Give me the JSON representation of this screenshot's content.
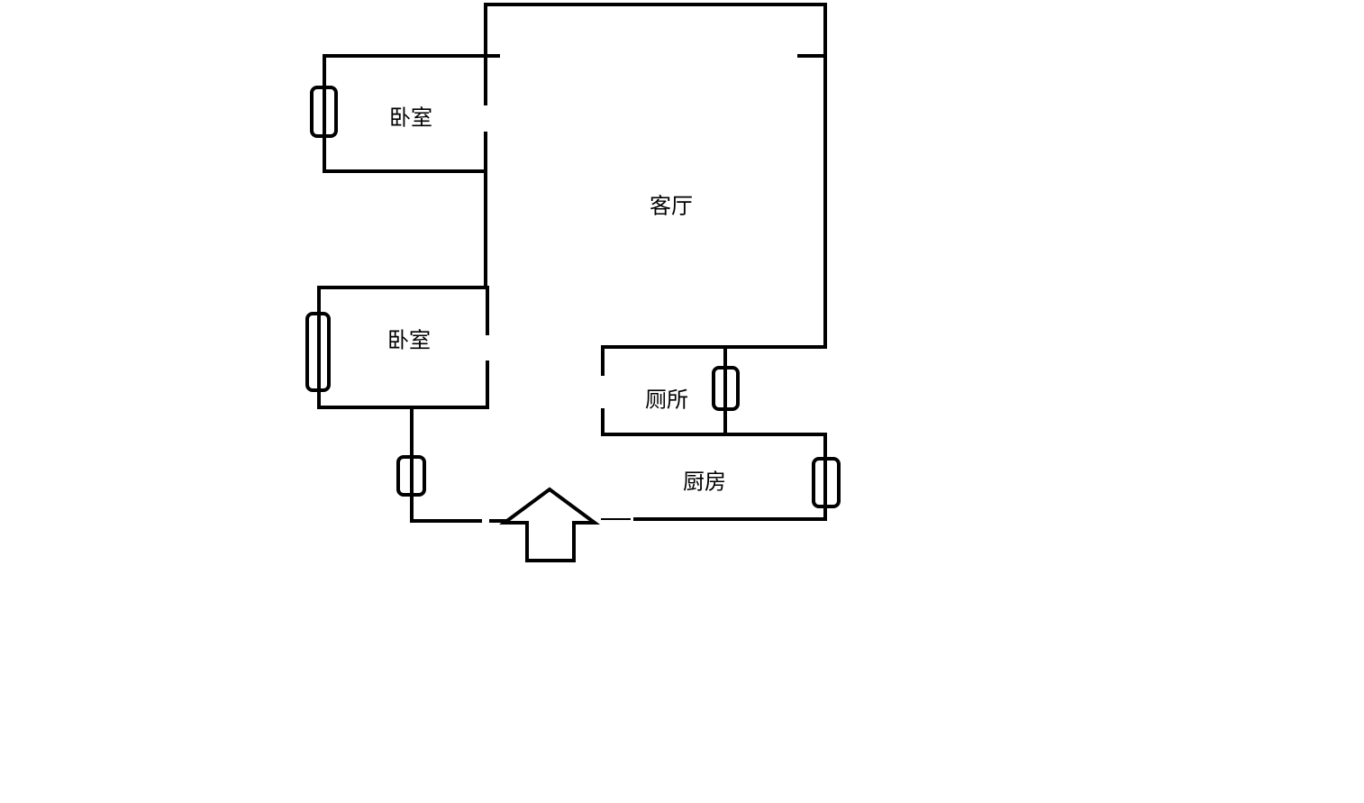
{
  "rooms": {
    "bedroom_1": "卧室",
    "bedroom_2": "卧室",
    "living_room": "客厅",
    "toilet": "厕所",
    "kitchen": "厨房"
  }
}
